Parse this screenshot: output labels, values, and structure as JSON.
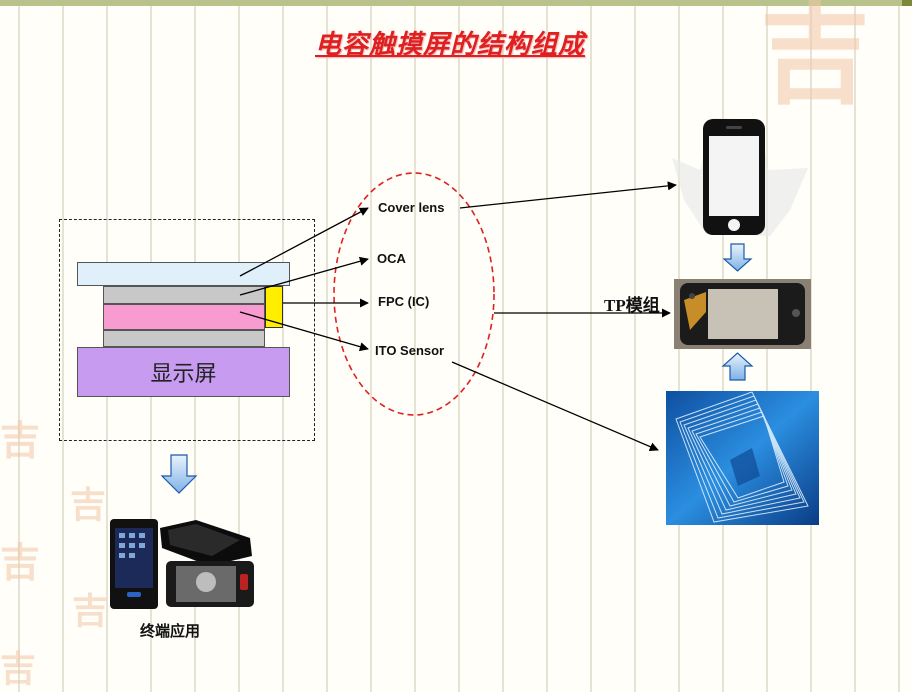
{
  "title": "电容触摸屏的结构组成",
  "stack": {
    "display_label": "显示屏"
  },
  "components": {
    "cover_lens": "Cover lens",
    "oca": "OCA",
    "fpc": "FPC (IC)",
    "ito_sensor": "ITO Sensor"
  },
  "tp_module_label": "TP模组",
  "terminal_label": "终端应用",
  "colors": {
    "title": "#e02020",
    "cover_lens_layer": "#dff0fb",
    "oca_layer": "#c8c8c8",
    "ito_layer": "#f79bd0",
    "fpc_block": "#ffee00",
    "display_layer": "#c79bf0",
    "ellipse_dash": "#e02020",
    "arrow_fill": "#cde3f7"
  }
}
